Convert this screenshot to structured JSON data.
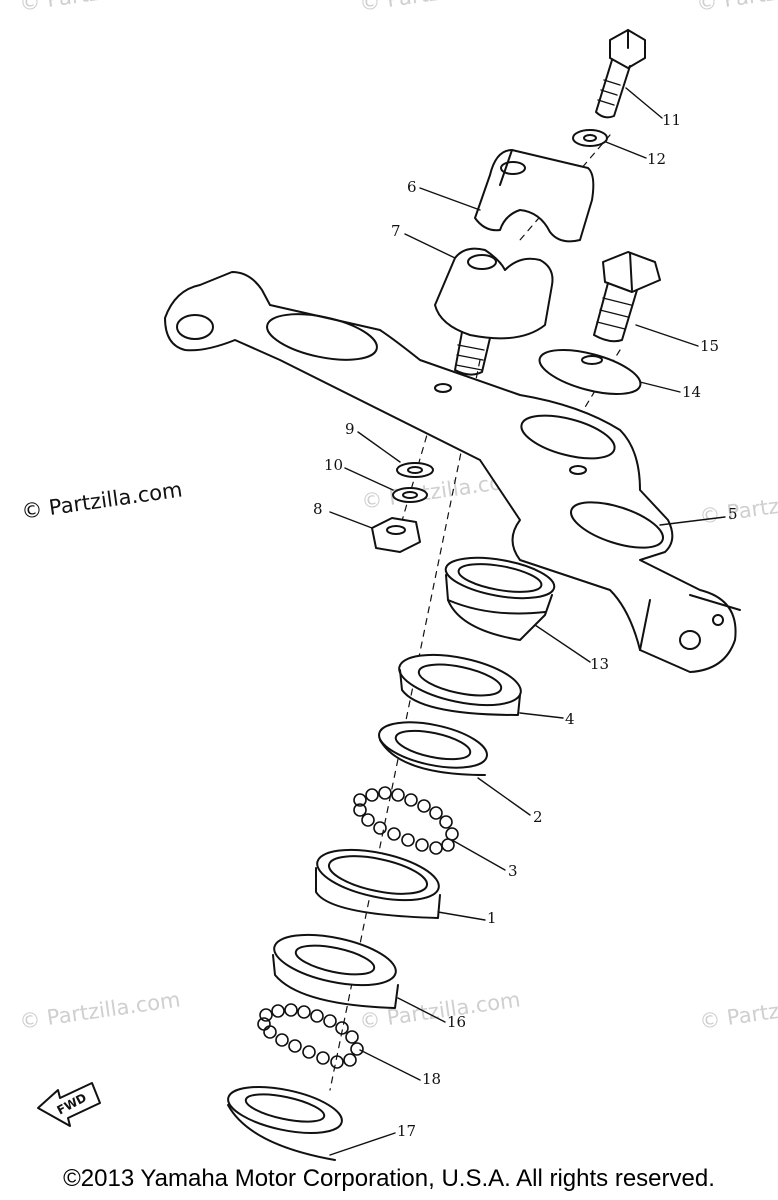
{
  "watermarks": {
    "top_left": "© Partzilla.com",
    "top_center": "© Partzilla.com",
    "top_right": "© Partzilla.com",
    "middle_left": "© Partzilla.com",
    "middle_center": "© Partzilla.com",
    "middle_right": "© Partzilla.com",
    "bottom_left": "© Partzilla.com",
    "bottom_center": "© Partzilla.com",
    "bottom_right": "© Partzilla.com"
  },
  "callouts": {
    "p1": "1",
    "p2": "2",
    "p3": "3",
    "p4": "4",
    "p5": "5",
    "p6": "6",
    "p7": "7",
    "p8": "8",
    "p9": "9",
    "p10": "10",
    "p11": "11",
    "p12": "12",
    "p13": "13",
    "p14": "14",
    "p15": "15",
    "p16": "16",
    "p17": "17",
    "p18": "18"
  },
  "fwd_label": "FWD",
  "copyright": "©2013 Yamaha Motor Corporation, U.S.A. All rights reserved.",
  "colors": {
    "line": "#111111",
    "watermark": "#cfcfcf"
  }
}
